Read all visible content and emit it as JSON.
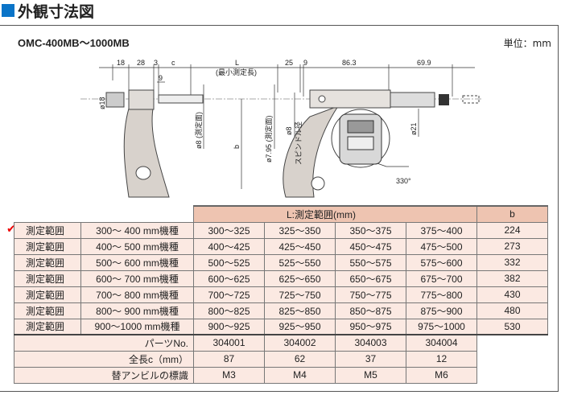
{
  "title": "外観寸法図",
  "model": "OMC-400MB～1000MB",
  "unit": "単位：mm",
  "dims": {
    "d18": "18",
    "d28": "28",
    "d3": "3",
    "c": "c",
    "L": "L",
    "L_note": "(最小測定長)",
    "d25": "25",
    "d9a": "9",
    "d863": "86.3",
    "d699": "69.9",
    "d9b": "9",
    "phi18": "ø18",
    "phi8_face": "ø8 (測定面)",
    "b": "b",
    "phi795": "ø7.95 (測定面)",
    "phi8_spindle": "ø8",
    "spindle": "スピンドル径",
    "phi21": "ø21",
    "angle": "330°"
  },
  "table": {
    "header_L": "L:測定範囲(mm)",
    "header_b": "b",
    "check_icon": "check-mark",
    "rows": [
      {
        "label": "測定範囲",
        "model": "300～ 400 mm機種",
        "L": [
          "300～325",
          "325～350",
          "350～375",
          "375～400"
        ],
        "b": "224"
      },
      {
        "label": "測定範囲",
        "model": "400～ 500 mm機種",
        "L": [
          "400～425",
          "425～450",
          "450～475",
          "475～500"
        ],
        "b": "273"
      },
      {
        "label": "測定範囲",
        "model": "500～ 600 mm機種",
        "L": [
          "500～525",
          "525～550",
          "550～575",
          "575～600"
        ],
        "b": "332"
      },
      {
        "label": "測定範囲",
        "model": "600～ 700 mm機種",
        "L": [
          "600～625",
          "625～650",
          "650～675",
          "675～700"
        ],
        "b": "382"
      },
      {
        "label": "測定範囲",
        "model": "700～ 800 mm機種",
        "L": [
          "700～725",
          "725～750",
          "750～775",
          "775～800"
        ],
        "b": "430"
      },
      {
        "label": "測定範囲",
        "model": "800～ 900 mm機種",
        "L": [
          "800～825",
          "825～850",
          "850～875",
          "875～900"
        ],
        "b": "480"
      },
      {
        "label": "測定範囲",
        "model": "900～1000 mm機種",
        "L": [
          "900～925",
          "925～950",
          "950～975",
          "975～1000"
        ],
        "b": "530"
      }
    ],
    "parts": {
      "label": "パーツNo.",
      "values": [
        "304001",
        "304002",
        "304003",
        "304004"
      ]
    },
    "length": {
      "label": "全長c（mm）",
      "values": [
        "87",
        "62",
        "37",
        "12"
      ]
    },
    "anvil": {
      "label": "替アンビルの標識",
      "values": [
        "M3",
        "M4",
        "M5",
        "M6"
      ]
    }
  }
}
